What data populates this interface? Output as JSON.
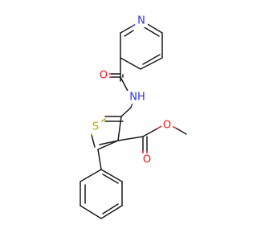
{
  "atoms": {
    "n_pyridine": "N",
    "o_amide": "O",
    "n_amide": "NH",
    "s_thiophene": "S",
    "o_ester_carbonyl": "O",
    "o_ester_ether": "O"
  },
  "colors": {
    "carbon_bond": "#1a1a1a",
    "nitrogen": "#2a33e8",
    "oxygen": "#e3171a",
    "sulfur": "#b8a800"
  }
}
